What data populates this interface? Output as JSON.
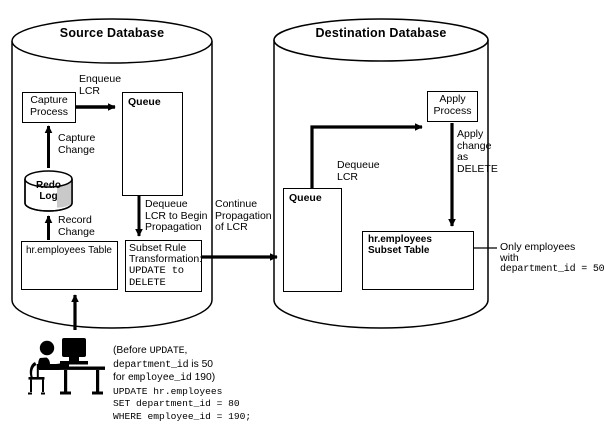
{
  "diagram": {
    "type": "oracle-streams-subset-replication",
    "source_db": {
      "title": "Source Database"
    },
    "destination_db": {
      "title": "Destination Database"
    },
    "source_nodes": {
      "capture_process": "Capture\nProcess",
      "queue": "Queue",
      "redo_log": "Redo\nLog",
      "employees_table": "hr.employees Table",
      "subset_rule": {
        "line1": "Subset Rule",
        "line2": "Transformation:",
        "line3": "UPDATE to",
        "line4": "DELETE"
      }
    },
    "destination_nodes": {
      "apply_process": "Apply\nProcess",
      "queue": "Queue",
      "subset_table": {
        "line1": "hr.employees",
        "line2": "Subset Table"
      }
    },
    "edge_labels": {
      "enqueue_lcr": "Enqueue\nLCR",
      "capture_change": "Capture\nChange",
      "record_change": "Record\nChange",
      "dequeue_begin": "Dequeue\nLCR to Begin\nPropagation",
      "continue_propagation": "Continue\nPropagation\nof LCR",
      "dequeue_lcr": "Dequeue\nLCR",
      "apply_change": "Apply\nchange\nas\nDELETE"
    },
    "callout": {
      "line1": "Only employees",
      "line2": "with",
      "line3": "department_id = 50"
    },
    "user_sql": {
      "note1_a": "(Before ",
      "note1_b": "UPDATE",
      "note1_c": ",",
      "note2_a": "department_id",
      "note2_b": " is 50",
      "note3_a": "for ",
      "note3_b": "employee_id",
      "note3_c": " 190)",
      "stmt1": "UPDATE hr.employees",
      "stmt2": "SET department_id = 80",
      "stmt3": "WHERE employee_id = 190;"
    },
    "icons": {
      "user": "user-at-computer-icon",
      "redo_log": "database-cylinder-icon"
    },
    "colors": {
      "stroke": "#000000",
      "background": "#ffffff",
      "shade": "#c9c9c9",
      "queue_line_dark": "#1a1a1a",
      "queue_line_light": "#b0b0b0"
    }
  }
}
